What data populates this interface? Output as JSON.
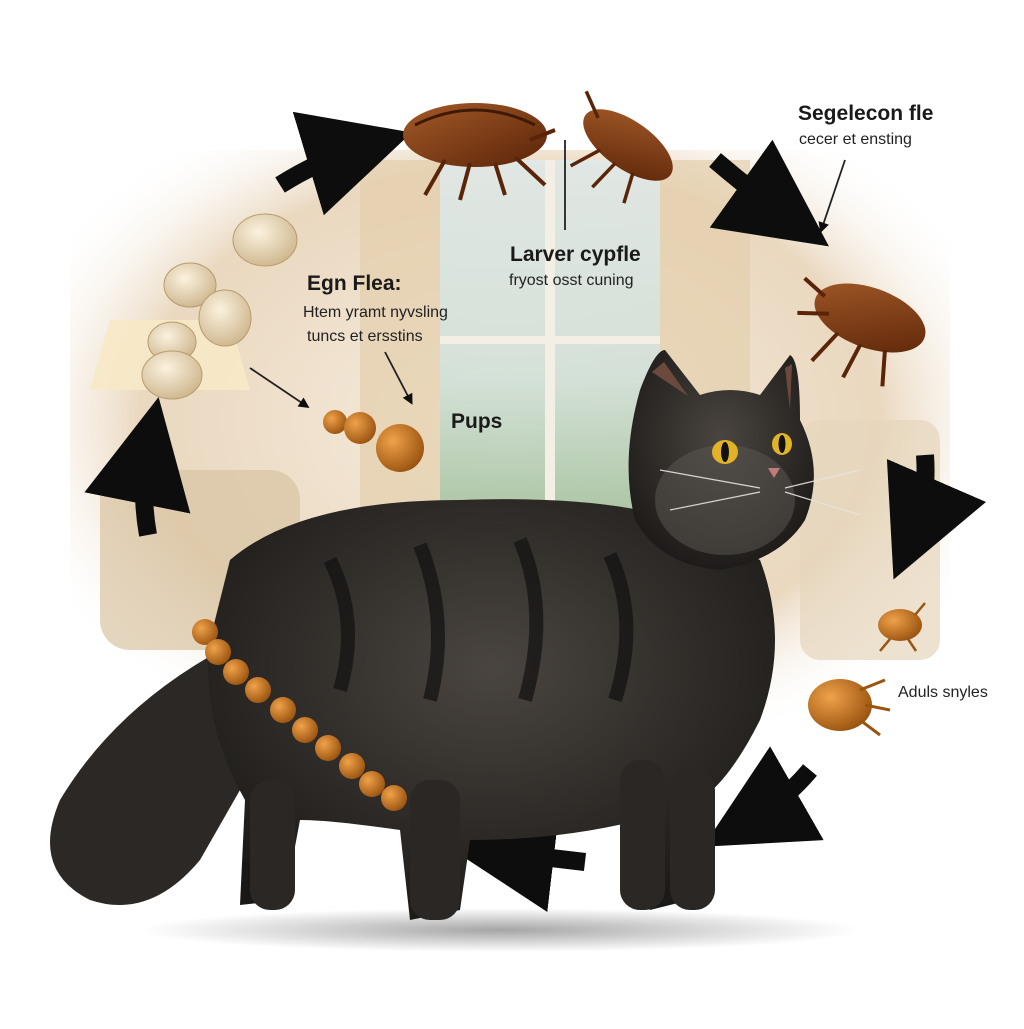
{
  "stages": {
    "egg": {
      "title": "Egn Flea:",
      "line1": "Htem yramt nyvsling",
      "line2": "tuncs et ersstins"
    },
    "larva": {
      "title": "Larver cypfle",
      "line1": "fryost osst cuning"
    },
    "adult_top": {
      "title": "Segelecon fle",
      "line1": "cecer et ensting"
    },
    "pupa": {
      "title": "Pups"
    },
    "adult_bottom": {
      "title": "Aduls snyles"
    }
  },
  "colors": {
    "flea": "#7a3a16",
    "egg": "#e8d7b6",
    "pupa": "#c9741f",
    "arrow": "#0d0d0d",
    "cat_fur": "#2a2724",
    "room_bg": "#efe2cc"
  },
  "icons": [
    "flea-icon",
    "egg-icon",
    "pupa-icon",
    "cat-illustration",
    "cycle-arrow-icon"
  ]
}
